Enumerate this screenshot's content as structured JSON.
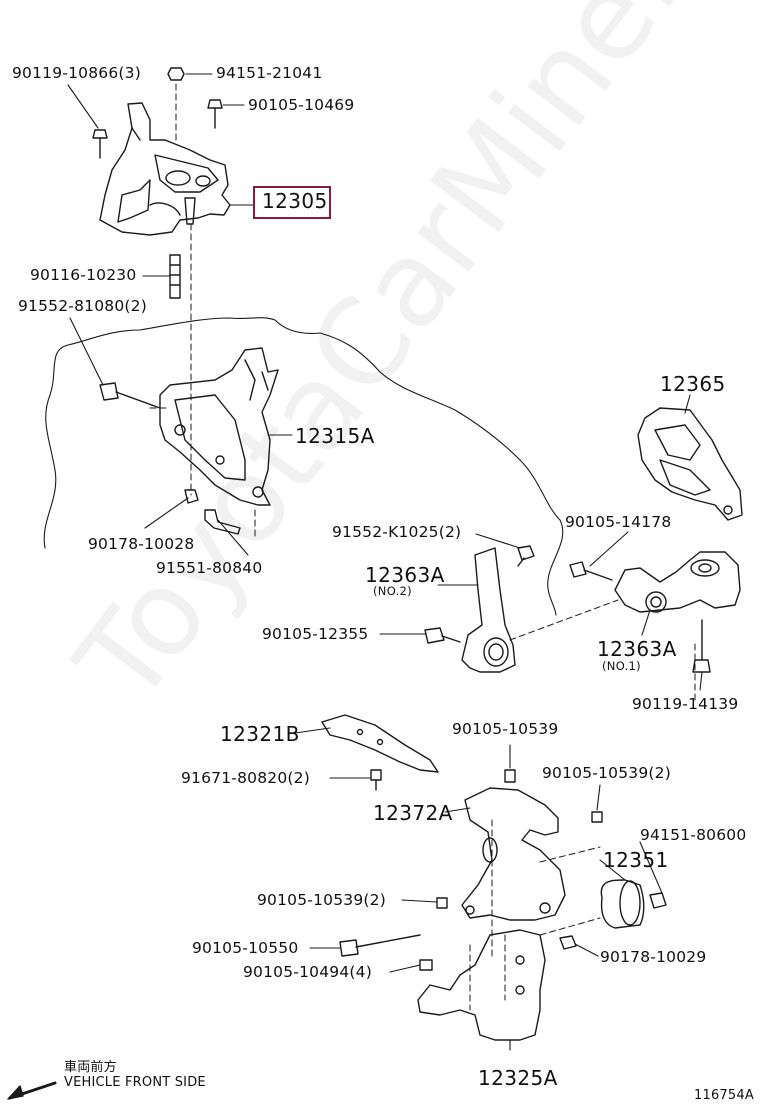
{
  "diagram": {
    "highlighted_part": "12305",
    "parts": [
      {
        "key": "p1",
        "text": "90119-10866(3)"
      },
      {
        "key": "p2",
        "text": "94151-21041"
      },
      {
        "key": "p3",
        "text": "90105-10469"
      },
      {
        "key": "p4",
        "text": "12305"
      },
      {
        "key": "p5",
        "text": "90116-10230"
      },
      {
        "key": "p6",
        "text": "91552-81080(2)"
      },
      {
        "key": "p7",
        "text": "12315A"
      },
      {
        "key": "p8",
        "text": "90178-10028"
      },
      {
        "key": "p9",
        "text": "91551-80840"
      },
      {
        "key": "p10",
        "text": "12365"
      },
      {
        "key": "p11",
        "text": "91552-K1025(2)"
      },
      {
        "key": "p12",
        "text": "90105-14178"
      },
      {
        "key": "p13",
        "text": "12363A"
      },
      {
        "key": "p14",
        "text": "(NO.2)"
      },
      {
        "key": "p15",
        "text": "90105-12355"
      },
      {
        "key": "p16",
        "text": "12363A"
      },
      {
        "key": "p17",
        "text": "(NO.1)"
      },
      {
        "key": "p18",
        "text": "90119-14139"
      },
      {
        "key": "p19",
        "text": "12321B"
      },
      {
        "key": "p20",
        "text": "90105-10539"
      },
      {
        "key": "p21",
        "text": "91671-80820(2)"
      },
      {
        "key": "p22",
        "text": "90105-10539(2)"
      },
      {
        "key": "p23",
        "text": "12372A"
      },
      {
        "key": "p24",
        "text": "94151-80600"
      },
      {
        "key": "p25",
        "text": "12351"
      },
      {
        "key": "p26",
        "text": "90105-10539(2)"
      },
      {
        "key": "p27",
        "text": "90105-10550"
      },
      {
        "key": "p28",
        "text": "90178-10029"
      },
      {
        "key": "p29",
        "text": "90105-10494(4)"
      },
      {
        "key": "p30",
        "text": "12325A"
      }
    ],
    "front_side_jp": "車両前方",
    "front_side_en": "VEHICLE FRONT SIDE",
    "figure_id": "116754A",
    "watermark": "ToyotaCarMine.ru",
    "colors": {
      "line": "#1a1a1a",
      "highlight": "#8b1a3a",
      "background": "#ffffff"
    }
  }
}
